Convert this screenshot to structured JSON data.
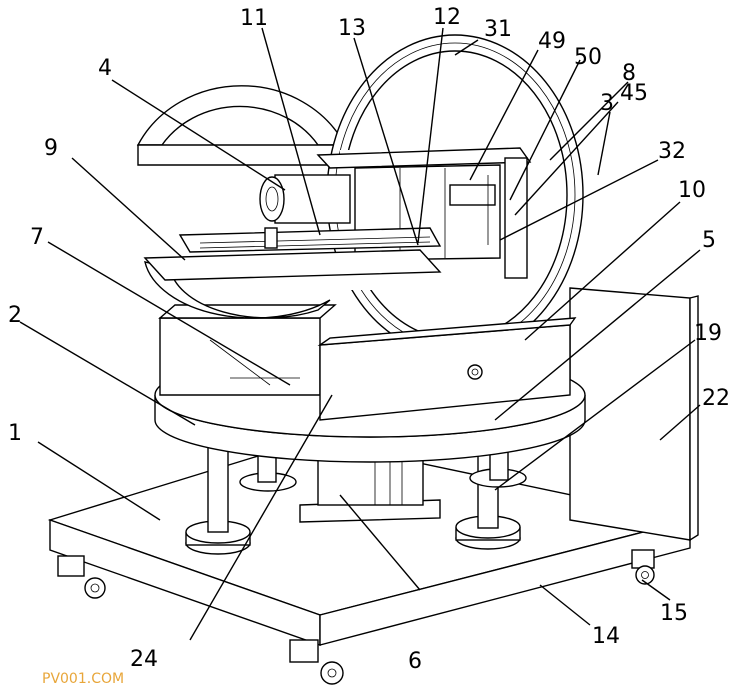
{
  "labels": {
    "l1": "1",
    "l2": "2",
    "l3": "3",
    "l4": "4",
    "l5": "5",
    "l6": "6",
    "l7": "7",
    "l8": "8",
    "l9": "9",
    "l10": "10",
    "l11": "11",
    "l12": "12",
    "l13": "13",
    "l14": "14",
    "l15": "15",
    "l19": "19",
    "l22": "22",
    "l24": "24",
    "l31": "31",
    "l32": "32",
    "l45": "45",
    "l49": "49",
    "l50": "50"
  },
  "watermark": "PV001.COM"
}
